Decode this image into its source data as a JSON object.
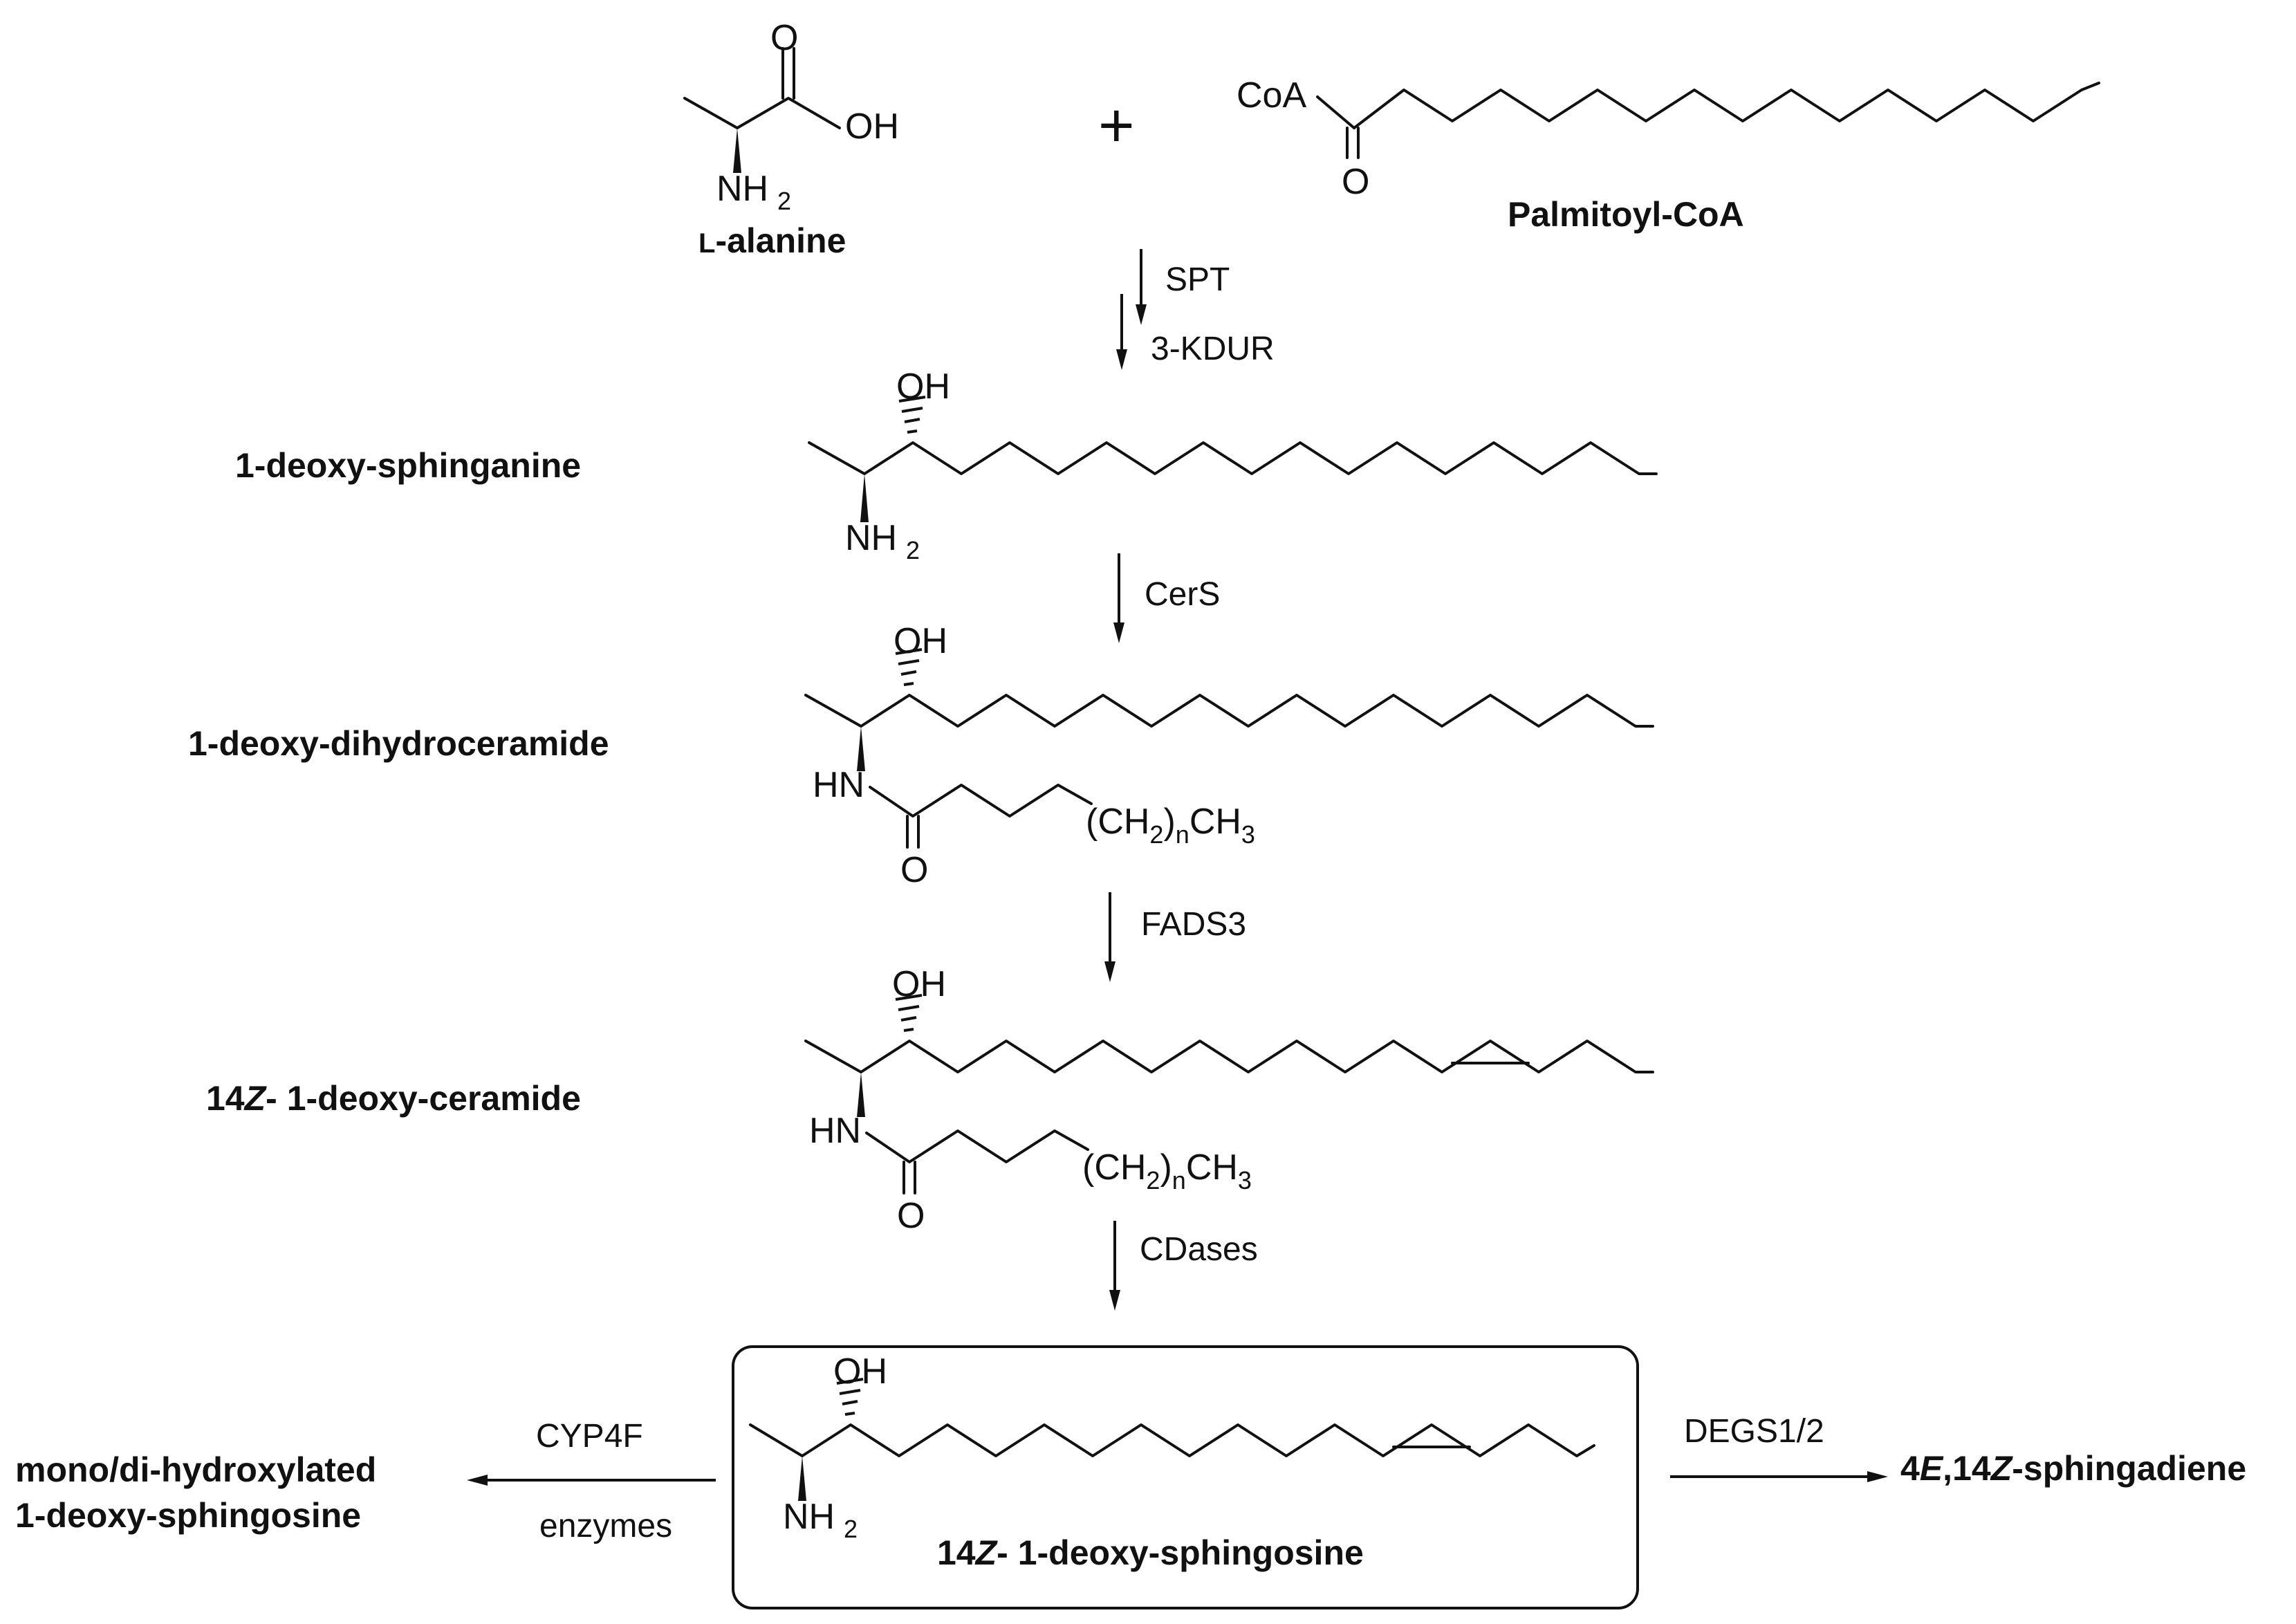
{
  "diagram": {
    "compounds": {
      "alanine": "L-alanine",
      "alanine_prefix": "L",
      "alanine_rest": "-alanine",
      "palmitoyl": "Palmitoyl-CoA",
      "sphinganine": "1-deoxy-sphinganine",
      "dihydroceramide": "1-deoxy-dihydroceramide",
      "ceramide_prefix": "14",
      "ceramide_z": "Z",
      "ceramide_rest": "- 1-deoxy-ceramide",
      "sphingosine_prefix": "14",
      "sphingosine_z": "Z",
      "sphingosine_rest": "- 1-deoxy-sphingosine",
      "hydroxylated_line1": "mono/di-hydroxylated",
      "hydroxylated_line2": "1-deoxy-sphingosine",
      "sphingadiene_4": "4",
      "sphingadiene_E": "E",
      "sphingadiene_14": ",14",
      "sphingadiene_Z": "Z",
      "sphingadiene_rest": "-sphingadiene"
    },
    "enzymes": {
      "spt": "SPT",
      "kdur": "3-KDUR",
      "cers": "CerS",
      "fads3": "FADS3",
      "cdases": "CDases",
      "cyp4f": "CYP4F",
      "cyp4f_sub": "enzymes",
      "degs": "DEGS1/2"
    },
    "plus": "+",
    "atoms": {
      "o": "O",
      "oh": "OH",
      "nh": "NH",
      "hn": "HN",
      "coa": "CoA",
      "two": "2",
      "n": "n",
      "ch": "(CH",
      "close": ")",
      "ch3": "CH",
      "three": "3"
    }
  }
}
